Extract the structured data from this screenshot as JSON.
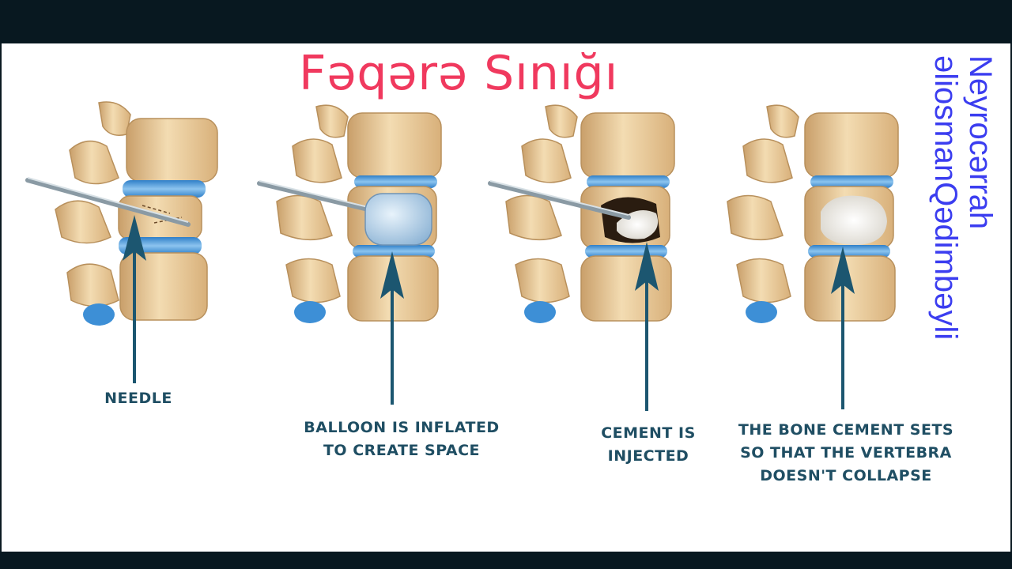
{
  "title": "Fəqərə Sınığı",
  "watermark": {
    "line1": "Neyrocərrah",
    "line2": "əliosmanQədimbəyli"
  },
  "steps": [
    {
      "caption_lines": [
        "NEEDLE"
      ]
    },
    {
      "caption_lines": [
        "BALLOON IS INFLATED",
        "TO CREATE SPACE"
      ]
    },
    {
      "caption_lines": [
        "CEMENT IS",
        "INJECTED"
      ]
    },
    {
      "caption_lines": [
        "THE BONE CEMENT SETS",
        "SO THAT THE VERTEBRA",
        "DOESN'T COLLAPSE"
      ]
    }
  ],
  "colors": {
    "title": "#f0395e",
    "watermark": "#3b3df0",
    "caption": "#1f4e63",
    "arrow": "#1c5670",
    "bone": "#efd3a6",
    "bone_shadow": "#c99f6a",
    "disc": "#3d8fd6",
    "needle": "#8a9aa4",
    "balloon": "#b9d6ee",
    "cement": "#f2f0ea"
  }
}
